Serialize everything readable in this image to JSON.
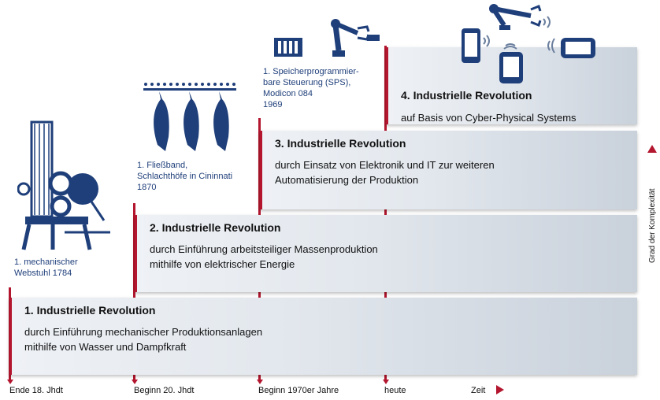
{
  "revolutions": [
    {
      "title": "1. Industrielle Revolution",
      "desc": "durch Einführung mechanischer Produktionsanlagen\nmithilfe von Wasser und Dampfkraft"
    },
    {
      "title": "2. Industrielle Revolution",
      "desc": "durch Einführung arbeitsteiliger Massenproduktion\nmithilfe von elektrischer Energie"
    },
    {
      "title": "3. Industrielle Revolution",
      "desc": "durch Einsatz von Elektronik und IT zur weiteren\nAutomatisierung der Produktion"
    },
    {
      "title": "4. Industrielle Revolution",
      "desc": "auf Basis von Cyber-Physical Systems"
    }
  ],
  "annotations": {
    "loom": "1. mechanischer\nWebstuhl 1784",
    "assembly": "1. Fließband,\nSchlachthöfe in Cininnati\n1870",
    "plc": "1. Speicherprogrammier-\nbare Steuerung (SPS),\nModicon 084\n1969"
  },
  "timeline": {
    "labels": [
      "Ende 18. Jhdt",
      "Beginn 20. Jhdt",
      "Beginn 1970er Jahre",
      "heute"
    ],
    "time_label": "Zeit"
  },
  "complexity_label": "Grad der Komplexität",
  "colors": {
    "accent": "#b3162e",
    "icon_blue": "#1f3f7a",
    "block_light": "#eef1f5",
    "block_dark": "#c9d1db"
  },
  "icons": [
    "loom-icon",
    "assembly-line-icon",
    "plc-robot-icon",
    "cyber-physical-icon"
  ]
}
